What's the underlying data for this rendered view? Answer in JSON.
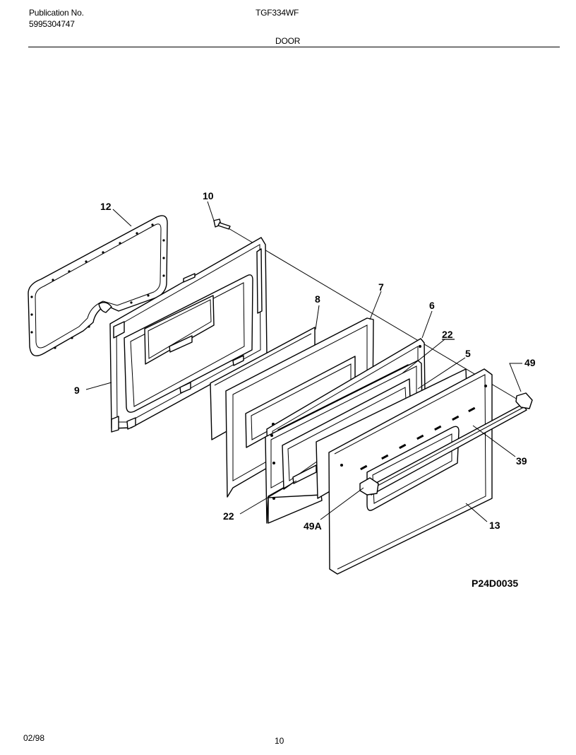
{
  "header": {
    "publication_label": "Publication No.",
    "publication_number": "5995304747",
    "model": "TGF334WF",
    "section": "DOOR"
  },
  "diagram": {
    "callouts": {
      "c10": "10",
      "c12": "12",
      "c8": "8",
      "c7": "7",
      "c6": "6",
      "c22a": "22",
      "c5": "5",
      "c49": "49",
      "c9": "9",
      "c39": "39",
      "c22b": "22",
      "c49a": "49A",
      "c13": "13"
    },
    "reference_code": "P24D0035"
  },
  "footer": {
    "date": "02/98",
    "page": "10"
  }
}
